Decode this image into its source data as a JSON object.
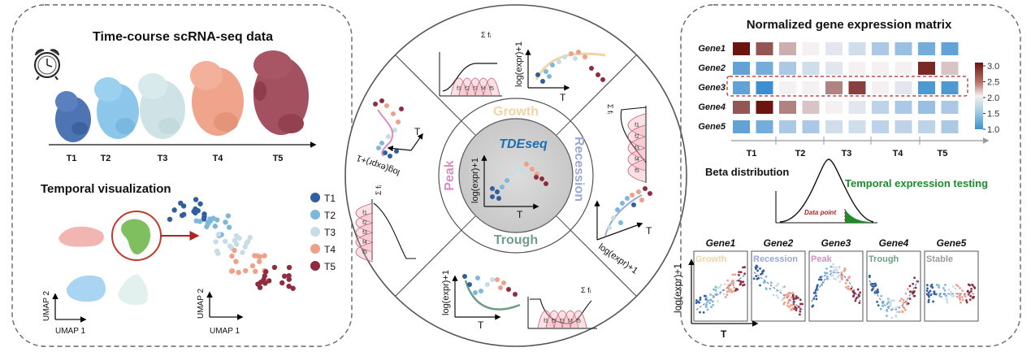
{
  "left_panel": {
    "title": "Time-course scRNA-seq data",
    "timepoints": [
      "T1",
      "T2",
      "T3",
      "T4",
      "T5"
    ],
    "viz_title": "Temporal visualization",
    "umap_x": "UMAP 1",
    "umap_y": "UMAP 2",
    "legend": [
      "T1",
      "T2",
      "T3",
      "T4",
      "T5"
    ]
  },
  "center_panel": {
    "core_title": "TDEseq",
    "ring_labels": [
      "Growth",
      "Recession",
      "Trough",
      "Peak"
    ],
    "axis_y": "log(expr)+1",
    "axis_x": "T",
    "spline_label": "Σ fᵢ",
    "basis_labels": [
      "f1",
      "f2",
      "f3",
      "f4",
      "f5"
    ]
  },
  "right_panel": {
    "title": "Normalized gene expression matrix",
    "genes": [
      "Gene1",
      "Gene2",
      "Gene3",
      "Gene4",
      "Gene5"
    ],
    "timepoints": [
      "T1",
      "T2",
      "T3",
      "T4",
      "T5"
    ],
    "colorbar_ticks": [
      "3.0",
      "2.5",
      "2.0",
      "1.5",
      "1.0"
    ],
    "beta_title": "Beta distribution",
    "testing_label": "Temporal expression testing",
    "data_point_label": "Data point",
    "pattern_genes": [
      "Gene1",
      "Gene2",
      "Gene3",
      "Gene4",
      "Gene5"
    ],
    "pattern_names": [
      "Growth",
      "Recession",
      "Peak",
      "Trough",
      "Stable"
    ],
    "axis_y": "log(expr)+1",
    "axis_x": "T"
  },
  "colors": {
    "T1": "#2f5f9e",
    "T2": "#7db8dc",
    "T3": "#c7dde6",
    "T4": "#eea089",
    "T5": "#8f2d3e",
    "growth": "#f1d4a6",
    "recession": "#9aa8d3",
    "trough": "#6f9e86",
    "peak": "#d68fbf",
    "stable": "#9a9a9a",
    "testing": "#1f8a2b"
  },
  "heatmap": {
    "values": [
      [
        3.0,
        2.7,
        2.3,
        2.0,
        1.9,
        1.8,
        1.6,
        1.5,
        1.3,
        1.2
      ],
      [
        1.2,
        1.3,
        1.6,
        1.8,
        1.9,
        2.0,
        2.0,
        2.0,
        2.9,
        2.2
      ],
      [
        1.2,
        1.0,
        2.0,
        2.0,
        2.5,
        2.8,
        2.0,
        1.9,
        1.1,
        1.1
      ],
      [
        2.7,
        3.0,
        2.5,
        2.2,
        2.0,
        1.9,
        1.7,
        1.6,
        1.5,
        1.6
      ],
      [
        1.2,
        1.3,
        1.6,
        1.6,
        1.8,
        1.8,
        1.7,
        1.7,
        1.7,
        1.6
      ]
    ]
  }
}
